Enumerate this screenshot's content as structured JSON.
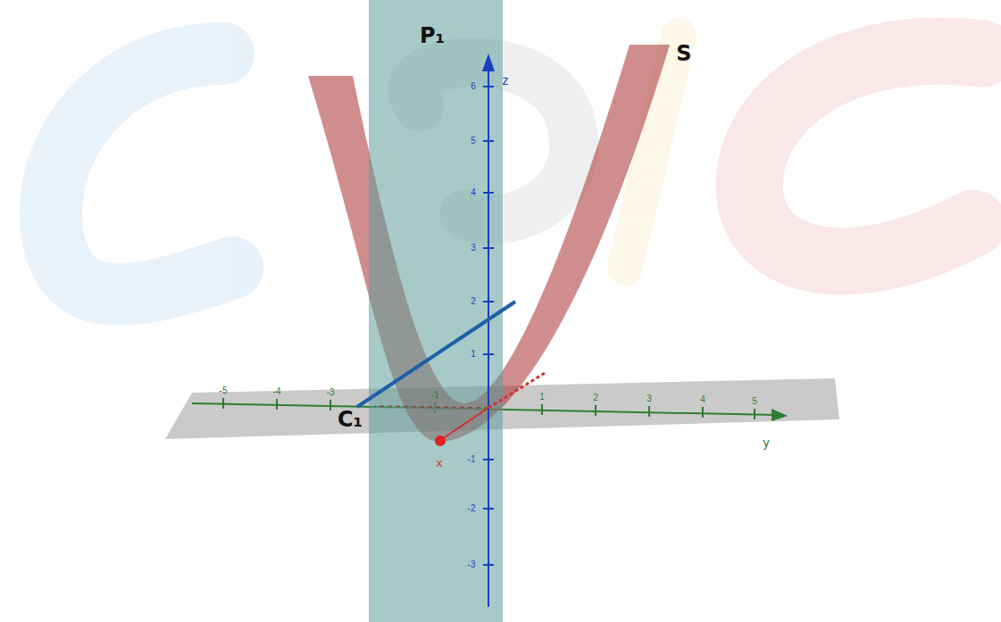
{
  "diagram": {
    "labels": [
      "P₁",
      "S",
      "C₁",
      "z",
      "y",
      "x",
      "6",
      "5",
      "4",
      "3",
      "2",
      "1",
      "-1",
      "-2",
      "-3",
      "-5",
      "-4",
      "-3",
      "-1",
      "1",
      "2",
      "3",
      "4",
      "5"
    ]
  }
}
